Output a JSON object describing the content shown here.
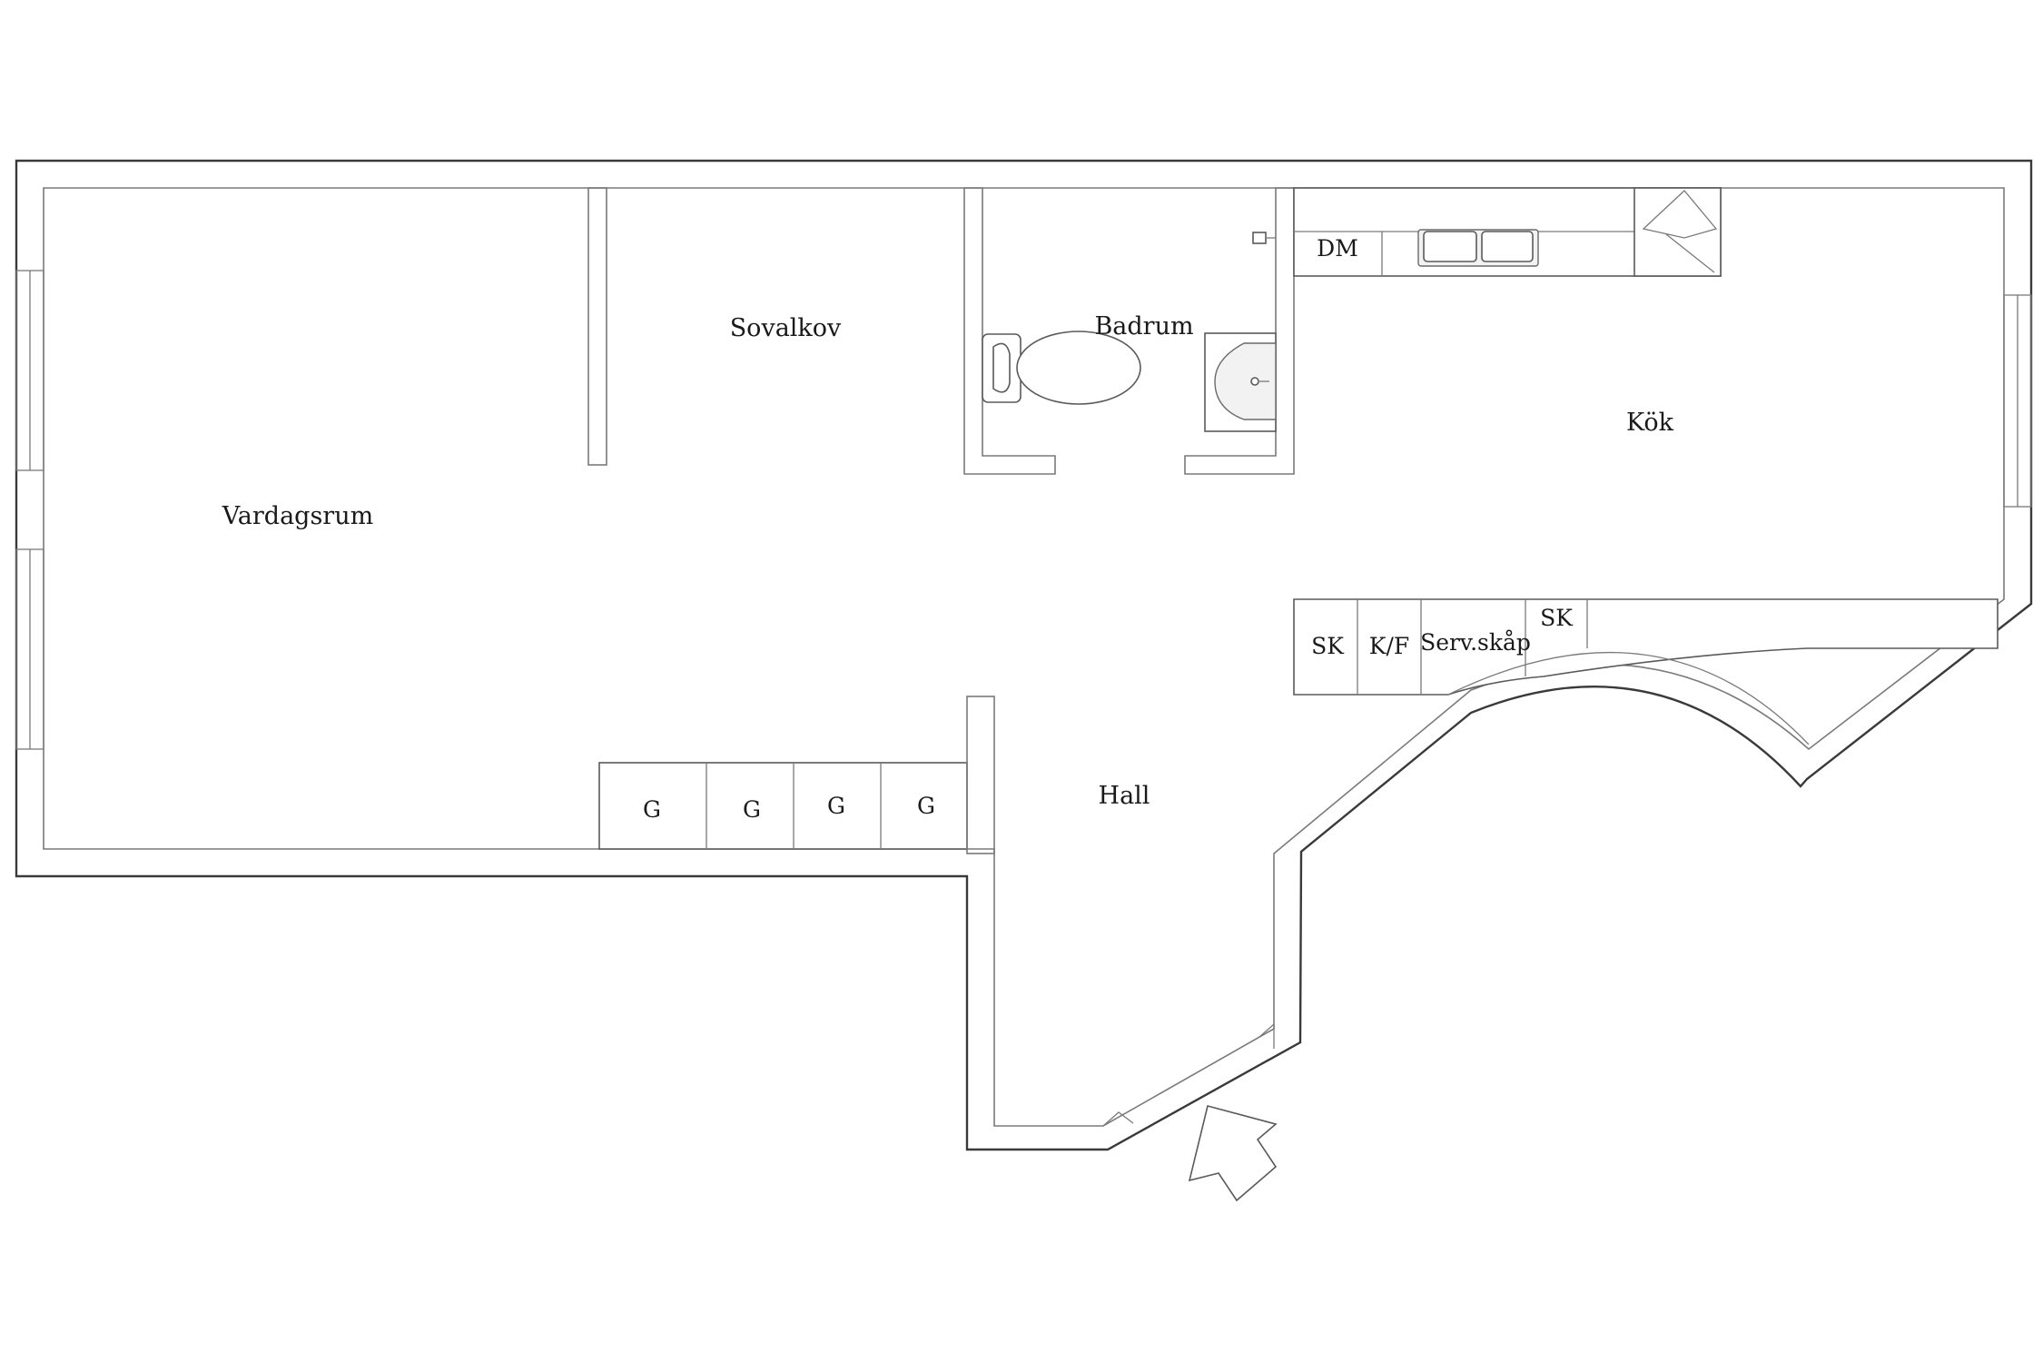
{
  "rooms": {
    "vardagsrum": "Vardagsrum",
    "sovalkov": "Sovalkov",
    "badrum": "Badrum",
    "kok": "Kök",
    "hall": "Hall"
  },
  "fixtures": {
    "dishwasher": "DM",
    "wardrobes": [
      "G",
      "G",
      "G",
      "G"
    ],
    "kitchen_units": [
      "SK",
      "K/F",
      "Serv.skåp",
      "SK"
    ]
  },
  "colors": {
    "wall": "#3a3a3a",
    "line": "#7a7a7a",
    "background": "#ffffff"
  }
}
